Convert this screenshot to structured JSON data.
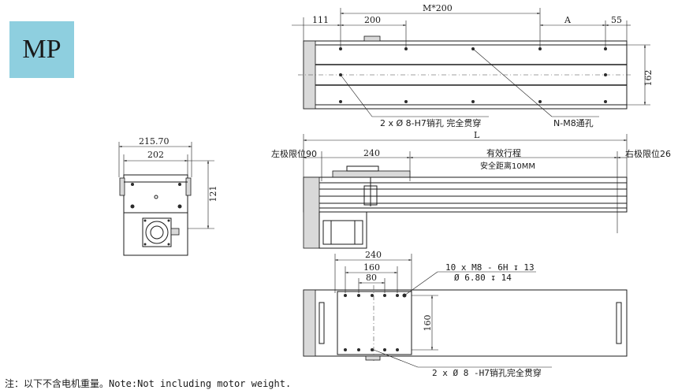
{
  "badge": {
    "label": "MP"
  },
  "top_view": {
    "dim_111": "111",
    "dim_200": "200",
    "dim_m200": "M*200",
    "dim_a": "A",
    "dim_55": "55",
    "dim_162": "162",
    "callout_pin": "2 x Ø 8-H7销孔 完全贯穿",
    "callout_through": "N-M8通孔"
  },
  "end_view": {
    "dim_215": "215.70",
    "dim_202": "202",
    "dim_121": "121"
  },
  "side_view": {
    "dim_l": "L",
    "left_limit": "左极限位90",
    "dim_240": "240",
    "stroke": "有效行程",
    "safe": "安全距离10MM",
    "right_limit": "右极限位26"
  },
  "bottom_view": {
    "dim_240": "240",
    "dim_160": "160",
    "dim_80": "80",
    "dim_160_v": "160",
    "callout_tap_1": "10 x  M8 - 6H ↧ 13",
    "callout_tap_2": "Ø 6.80 ↧ 14",
    "callout_pin": "2 x Ø 8 -H7销孔完全贯穿"
  },
  "note": "注：以下不含电机重量。Note:Not including motor weight."
}
